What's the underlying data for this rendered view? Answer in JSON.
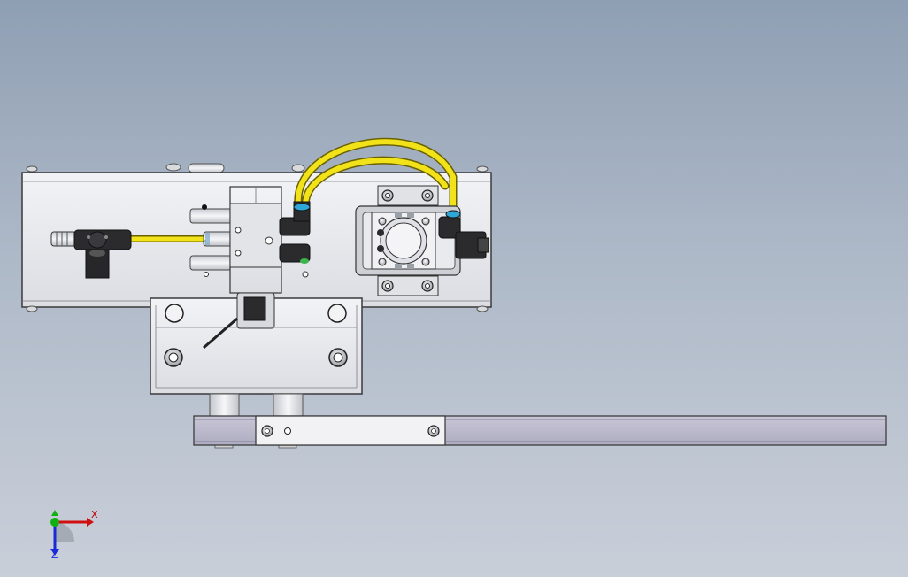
{
  "view": {
    "type": "3D CAD model view",
    "background_top": "#8f9fb3",
    "background_bottom": "#c9cfd9"
  },
  "axes": {
    "x_label": "X",
    "z_label": "Z",
    "x_color": "#d01010",
    "y_color": "#10b010",
    "z_color": "#1a2ad8"
  },
  "colors": {
    "tube": "#f2e21a",
    "plate": "#e9eaee",
    "rail": "#b7b5c9",
    "dark_fitting": "#2b2b2e"
  }
}
